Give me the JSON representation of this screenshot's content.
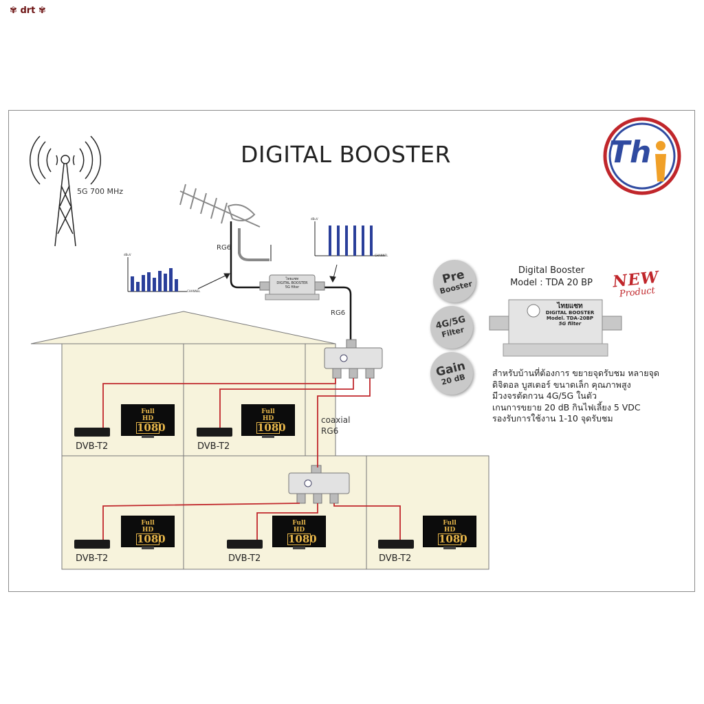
{
  "top_label": "drt",
  "diagram": {
    "title": "DIGITAL BOOSTER",
    "tower_label": "5G  700 MHz",
    "cable_labels": {
      "rg6_antenna": "RG6",
      "rg6_to_splitter": "RG6",
      "coaxial": "coaxial",
      "coaxial_rg6": "RG6"
    },
    "chart_labels": {
      "left_axis": "dBuV",
      "left_channel": "CHANNEL",
      "right_axis": "dBuV",
      "right_channel": "CHANNEL"
    },
    "receivers": [
      "DVB-T2",
      "DVB-T2",
      "DVB-T2",
      "DVB-T2",
      "DVB-T2"
    ],
    "tv_label": {
      "line1": "Full HD",
      "line2": "1080"
    },
    "booster_device": {
      "brand": "ไทยแซท",
      "model_text": "DIGITAL BOOSTER",
      "filter": "5G filter"
    }
  },
  "badges": [
    {
      "line1": "Pre",
      "line2": "Booster"
    },
    {
      "line1": "4G/5G",
      "line2": "Filter"
    },
    {
      "line1": "Gain",
      "line2": "20 dB"
    }
  ],
  "product": {
    "title_line1": "Digital Booster",
    "title_line2": "Model : TDA 20 BP",
    "new_label": "NEW",
    "product_label": "Product",
    "device_brand": "ไทยแซท",
    "device_type": "DIGITAL BOOSTER",
    "device_model": "Model. TDA-20BP",
    "device_filter": "5G filter",
    "description": [
      "สำหรับบ้านที่ต้องการ ขยายจุดรับชม หลายจุด",
      "ดิจิตอล บูสเตอร์ ขนาดเล็ก คุณภาพสูง",
      "มีวงจรตัดกวน 4G/5G ในตัว",
      "เกนการขยาย 20 dB  กินไฟเลี้ยง 5 VDC",
      "รองรับการใช้งาน 1-10 จุดรับชม"
    ]
  },
  "logo": {
    "text": "Th"
  },
  "colors": {
    "cable_red": "#c0262b",
    "house_fill": "#f7f3dc",
    "bar_blue": "#2a3f9a",
    "logo_red": "#c0262b",
    "logo_blue": "#2f4aa0",
    "logo_orange": "#f0a028"
  }
}
